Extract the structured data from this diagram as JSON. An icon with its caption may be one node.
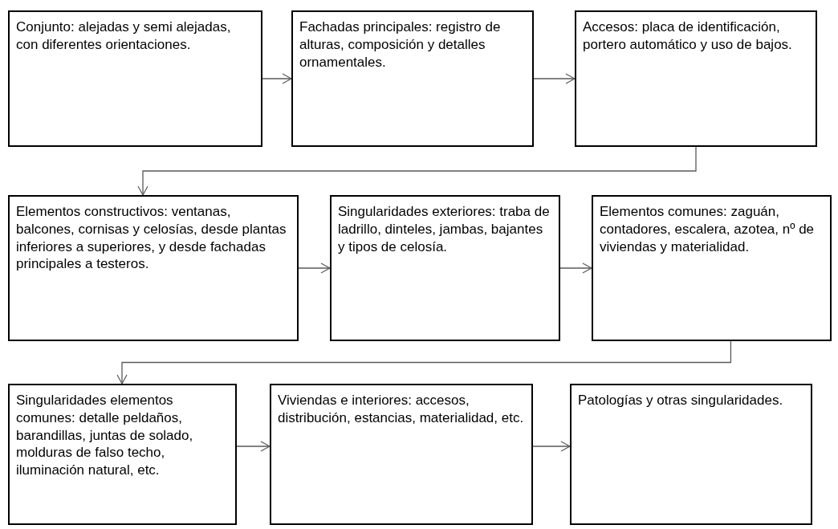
{
  "diagram": {
    "nodes": [
      {
        "text": [
          "Conjunto: alejadas y semi alejadas, con diferentes orientaciones."
        ]
      },
      {
        "text": [
          "Fachadas principales: registro de alturas, composición y detalles ornamentales."
        ]
      },
      {
        "text": [
          "Accesos: placa de identificación, portero automático y uso de bajos."
        ]
      },
      {
        "text": [
          "Elementos constructivos: ventanas, balcones, cornisas y celosías, desde plantas inferiores a superiores, y desde fachadas principales a testeros."
        ]
      },
      {
        "text": [
          "Singularidades exteriores: traba de ladrillo, dinteles, jambas, bajantes y tipos de celosía."
        ]
      },
      {
        "text": [
          "Elementos comunes: zaguán, contadores, escalera, azotea, nº de viviendas y materialidad."
        ]
      },
      {
        "text": [
          "Singularidades elementos comunes: detalle peldaños, barandillas, juntas de solado, molduras de falso techo, iluminación natural, etc."
        ]
      },
      {
        "text": [
          "Viviendas e interiores: accesos, distribución, estancias, materialidad, etc."
        ]
      },
      {
        "text": [
          "Patologías y otras singularidades."
        ]
      }
    ],
    "edges": [
      {
        "from": 0,
        "to": 1,
        "arrow": "to"
      },
      {
        "from": 1,
        "to": 2,
        "arrow": "to"
      },
      {
        "from": 2,
        "to": 3,
        "arrow": "to"
      },
      {
        "from": 3,
        "to": 4,
        "arrow": "to"
      },
      {
        "from": 4,
        "to": 5,
        "arrow": "to"
      },
      {
        "from": 5,
        "to": 6,
        "arrow": "to"
      },
      {
        "from": 6,
        "to": 7,
        "arrow": "to"
      },
      {
        "from": 7,
        "to": 8,
        "arrow": "to"
      }
    ]
  }
}
